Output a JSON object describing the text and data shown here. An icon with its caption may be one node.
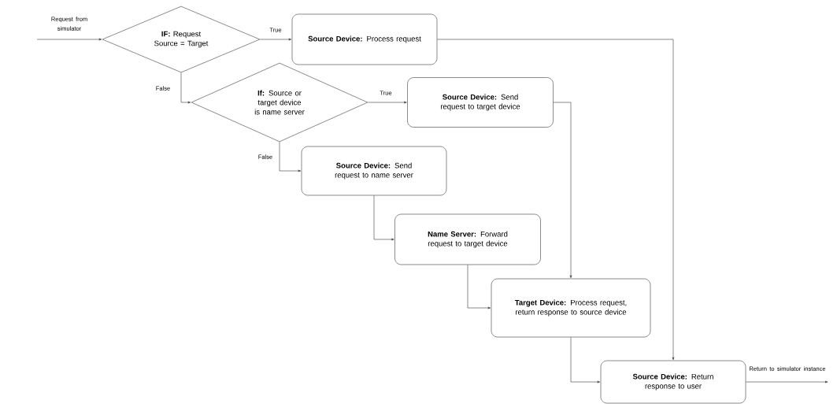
{
  "diagram": {
    "nodes": [
      {
        "text": [
          "**IF:** Request Source = Target"
        ]
      },
      {
        "text": [
          "**Source Device:** Process request"
        ]
      },
      {
        "text": [
          "**If:** Source or target device is name server"
        ]
      },
      {
        "text": [
          "**Source Device:** Send request to target device"
        ]
      },
      {
        "text": [
          "**Source Device:** Send request to name server"
        ]
      },
      {
        "text": [
          "**Name Server:** Forward request to target device"
        ]
      },
      {
        "text": [
          "**Target Device:** Process request, return response to source device"
        ]
      },
      {
        "text": [
          "**Source Device:** Return response to user"
        ]
      }
    ],
    "edges": [
      {
        "from": null,
        "to": 0,
        "arrow": "to",
        "label": "Request from simulator"
      },
      {
        "from": 0,
        "to": 1,
        "arrow": "to",
        "label": "True"
      },
      {
        "from": 0,
        "to": 2,
        "arrow": "to",
        "label": "False"
      },
      {
        "from": 2,
        "to": 3,
        "arrow": "to",
        "label": "True"
      },
      {
        "from": 2,
        "to": 4,
        "arrow": "to",
        "label": "False"
      },
      {
        "from": 4,
        "to": 5,
        "arrow": "to"
      },
      {
        "from": 5,
        "to": 6,
        "arrow": "to"
      },
      {
        "from": 3,
        "to": 6,
        "arrow": "to"
      },
      {
        "from": 1,
        "to": 7,
        "arrow": "to"
      },
      {
        "from": 6,
        "to": 7,
        "arrow": "to"
      },
      {
        "from": 7,
        "to": null,
        "arrow": "to",
        "label": "Return to simulator instance"
      }
    ]
  }
}
